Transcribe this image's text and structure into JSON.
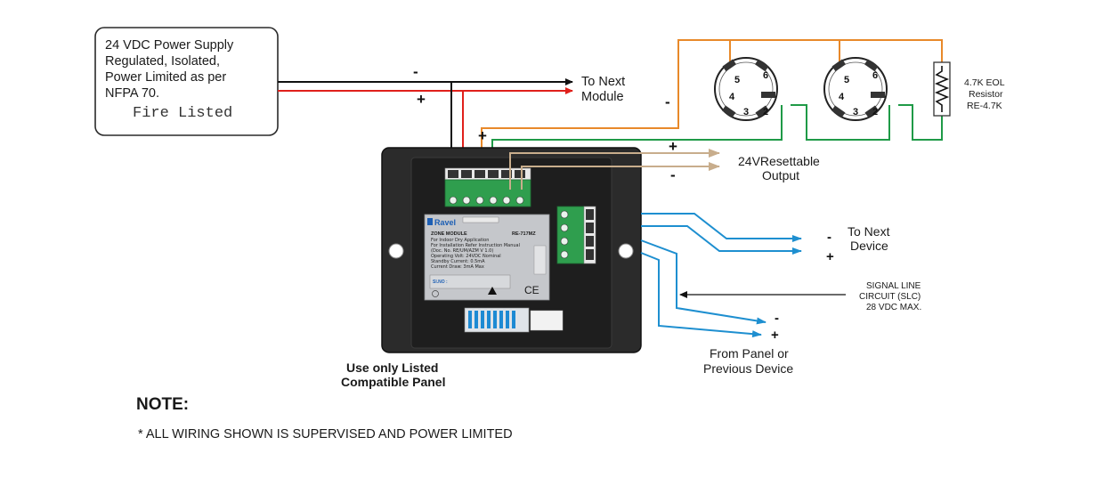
{
  "power_supply": {
    "lines": [
      "24 VDC Power Supply",
      "Regulated, Isolated,",
      "Power Limited as per",
      "NFPA 70."
    ],
    "listed": "Fire Listed"
  },
  "next_module": {
    "lines": [
      "To Next",
      "Module"
    ]
  },
  "polarity": {
    "minus": "-",
    "plus": "+"
  },
  "resettable_output": {
    "lines": [
      "24VResettable",
      "Output"
    ]
  },
  "resistor": {
    "lines": [
      "4.7K EOL",
      "Resistor",
      "RE-4.7K"
    ]
  },
  "detector_pins": {
    "p5": "5",
    "p6": "6",
    "p4": "4",
    "p3": "3",
    "p2": "2"
  },
  "next_device": {
    "lines": [
      "To Next",
      "Device"
    ]
  },
  "slc": {
    "lines": [
      "SIGNAL LINE",
      "CIRCUIT (SLC)",
      "28 VDC MAX."
    ]
  },
  "from_panel": {
    "lines": [
      "From Panel or",
      "Previous Device"
    ]
  },
  "compatible_panel": {
    "lines": [
      "Use only Listed",
      "Compatible Panel"
    ]
  },
  "module_label": {
    "brand": "Ravel",
    "title": "ZONE MODULE",
    "model": "RE-717MZ",
    "lines": [
      "For Indoor Dry Application",
      "For Installation Refer Instruction Manual",
      "(Doc. No. RE/UM/AZM V 1.0)",
      "Operating Volt: 24VDC Nominal",
      "Standby Current: 0.5mA",
      "Current Draw: 3mA Max"
    ],
    "slno": "Sl.NO :",
    "ce": "CE"
  },
  "note": {
    "title": "NOTE:",
    "text": "* ALL WIRING SHOWN IS SUPERVISED AND POWER LIMITED"
  },
  "colors": {
    "black_wire": "#111111",
    "red_wire": "#e0201b",
    "orange_wire": "#e8892a",
    "green_wire": "#1f9a47",
    "blue_wire": "#1e8fd0",
    "output_wire": "#c8ad8c",
    "module_body": "#2b2b2b",
    "terminal_green": "#2f9e4e",
    "label_plate": "#c5c7cb",
    "dip_blue": "#1d8ad3"
  }
}
